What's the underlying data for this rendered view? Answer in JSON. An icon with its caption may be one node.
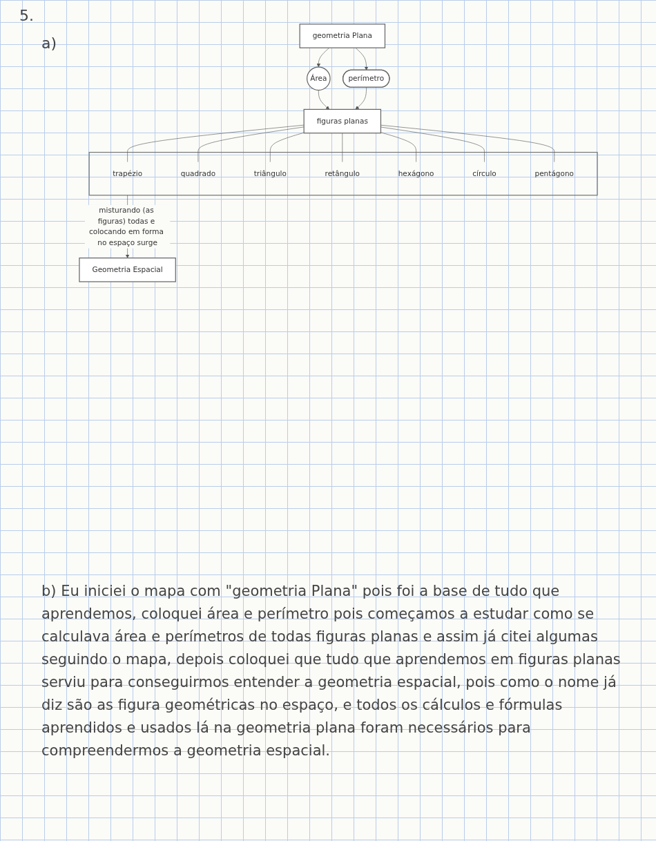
{
  "diagram": {
    "nodes": [
      {
        "text": [
          "geometria Plana"
        ]
      },
      {
        "text": [
          "Área"
        ]
      },
      {
        "text": [
          "perímetro"
        ]
      },
      {
        "text": [
          "figuras planas"
        ]
      },
      {
        "text": [],
        "shape": "box"
      },
      {
        "text": [
          "trapézio"
        ],
        "in": 4
      },
      {
        "text": [
          "quadrado"
        ],
        "in": 4
      },
      {
        "text": [
          "triângulo"
        ],
        "in": 4
      },
      {
        "text": [
          "retângulo"
        ],
        "in": 4
      },
      {
        "text": [
          "hexágono"
        ],
        "in": 4
      },
      {
        "text": [
          "círculo"
        ],
        "in": 4
      },
      {
        "text": [
          "pentágono"
        ],
        "in": 4
      },
      {
        "text": [
          "Geometria Espacial"
        ]
      }
    ],
    "edges": [
      {
        "from": 0,
        "to": 1,
        "arrow": "to"
      },
      {
        "from": 0,
        "to": 2,
        "arrow": "to"
      },
      {
        "from": 1,
        "to": 3,
        "arrow": "to"
      },
      {
        "from": 2,
        "to": 3,
        "arrow": "to"
      },
      {
        "from": 3,
        "to": 5,
        "arrow": "none"
      },
      {
        "from": 3,
        "to": 6,
        "arrow": "none"
      },
      {
        "from": 3,
        "to": 7,
        "arrow": "none"
      },
      {
        "from": 3,
        "to": 8,
        "arrow": "none"
      },
      {
        "from": 3,
        "to": 9,
        "arrow": "none"
      },
      {
        "from": 3,
        "to": 10,
        "arrow": "none"
      },
      {
        "from": 3,
        "to": 11,
        "arrow": "none"
      },
      {
        "from": 4,
        "to": 12,
        "arrow": "to",
        "label": "misturando (as figuras) todas e colocando em forma no espaço surge"
      }
    ],
    "labels": [
      "5.",
      "a)",
      "b) Eu iniciei o mapa com \"geometria Plana\" pois foi a base de tudo que aprendemos, coloquei área e perímetro pois começamos a estudar como se calculava área e perímetros de todas figuras planas e assim já citei algumas seguindo o mapa, depois coloquei que tudo que aprendemos em figuras planas serviu para conseguirmos entender a geometria espacial, pois como o nome já diz são as figura geométricas no espaço, e todos os cálculos e fórmulas aprendidos e usados lá na geometria plana foram necessários para compreendermos a geometria espacial."
    ]
  }
}
